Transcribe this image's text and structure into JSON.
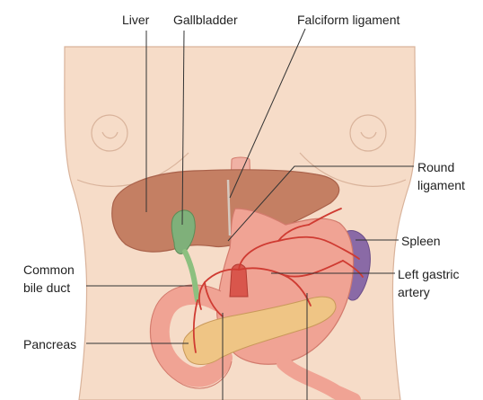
{
  "diagram": {
    "labels": {
      "liver": "Liver",
      "gallbladder": "Gallbladder",
      "falciform_ligament": "Falciform ligament",
      "round_ligament": [
        "Round",
        "ligament"
      ],
      "spleen": "Spleen",
      "common_bile_duct": [
        "Common",
        "bile duct"
      ],
      "left_gastric_artery": [
        "Left gastric",
        "artery"
      ],
      "pancreas": "Pancreas"
    },
    "colors": {
      "skin": "#f6dcc8",
      "skin_outline": "#d9b39b",
      "liver": "#c47f63",
      "liver_dark": "#a9614a",
      "gallbladder": "#7fb07a",
      "bile_duct": "#8cc07f",
      "stomach": "#f0a394",
      "stomach_outline": "#d27a6c",
      "pancreas": "#efc585",
      "spleen": "#8a6aa6",
      "artery": "#cf3b32",
      "leader_line": "#333333"
    }
  }
}
